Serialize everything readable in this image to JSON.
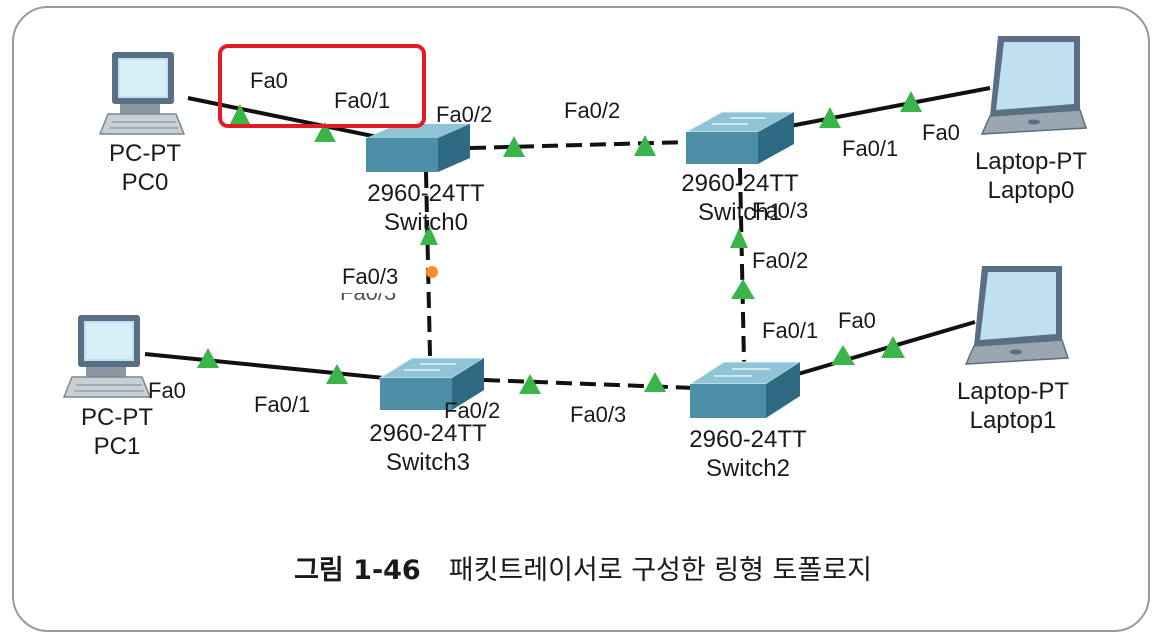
{
  "devices": {
    "pc0": {
      "type": "PC-PT",
      "name": "PC0"
    },
    "pc1": {
      "type": "PC-PT",
      "name": "PC1"
    },
    "laptop0": {
      "type": "Laptop-PT",
      "name": "Laptop0"
    },
    "laptop1": {
      "type": "Laptop-PT",
      "name": "Laptop1"
    },
    "switch0": {
      "model": "2960-24TT",
      "name": "Switch0"
    },
    "switch1": {
      "model": "2960-24TT",
      "name": "Switch1"
    },
    "switch2": {
      "model": "2960-24TT",
      "name": "Switch2"
    },
    "switch3": {
      "model": "2960-24TT",
      "name": "Switch3"
    }
  },
  "ports": {
    "pc0_fa0": "Fa0",
    "sw0_fa0_1": "Fa0/1",
    "sw0_fa0_2": "Fa0/2",
    "sw1_fa0_2": "Fa0/2",
    "sw1_fa0_1": "Fa0/1",
    "laptop0_fa0": "Fa0",
    "sw1_fa0_3": "Fa0/3",
    "sw2_fa0_2": "Fa0/2",
    "sw0_fa0_3": "Fa0/3",
    "sw3_fa0_3_partial": "Fa0/3",
    "pc1_fa0": "Fa0",
    "sw3_fa0_1": "Fa0/1",
    "sw3_fa0_2": "Fa0/2",
    "sw2_fa0_3": "Fa0/3",
    "sw2_fa0_1": "Fa0/1",
    "laptop1_fa0": "Fa0"
  },
  "caption": {
    "number": "그림 1-46",
    "text": "패킷트레이서로 구성한 링형 토폴로지"
  },
  "colors": {
    "link_up": "#3ab54a",
    "link_blocked": "#f7931e",
    "highlight": "#e31b23",
    "switch": "#4e8fa8"
  }
}
